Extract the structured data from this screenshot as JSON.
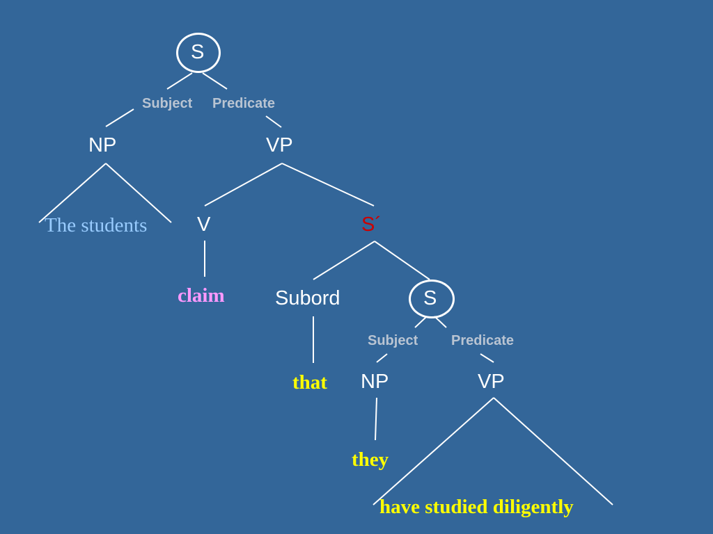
{
  "colors": {
    "background": "#336699",
    "line": "#ffffff",
    "node_label": "#ffffff",
    "function_label": "#b9c4d2",
    "subject_np_words": "#99ccff",
    "complementizer_node": "#cc0000",
    "verb_word": "#ff99ff",
    "terminal_words": "#ffff00"
  },
  "tree": {
    "root": {
      "label": "S"
    },
    "root_subject_label": "Subject",
    "root_predicate_label": "Predicate",
    "np1": {
      "label": "NP",
      "words": "The students"
    },
    "vp1": {
      "label": "VP"
    },
    "v": {
      "label": "V",
      "word": "claim"
    },
    "s_bar": {
      "label": "S´"
    },
    "subord": {
      "label": "Subord",
      "word": "that"
    },
    "s2": {
      "label": "S"
    },
    "s2_subject_label": "Subject",
    "s2_predicate_label": "Predicate",
    "np2": {
      "label": "NP",
      "word": "they"
    },
    "vp2": {
      "label": "VP",
      "words": "have studied diligently"
    }
  }
}
